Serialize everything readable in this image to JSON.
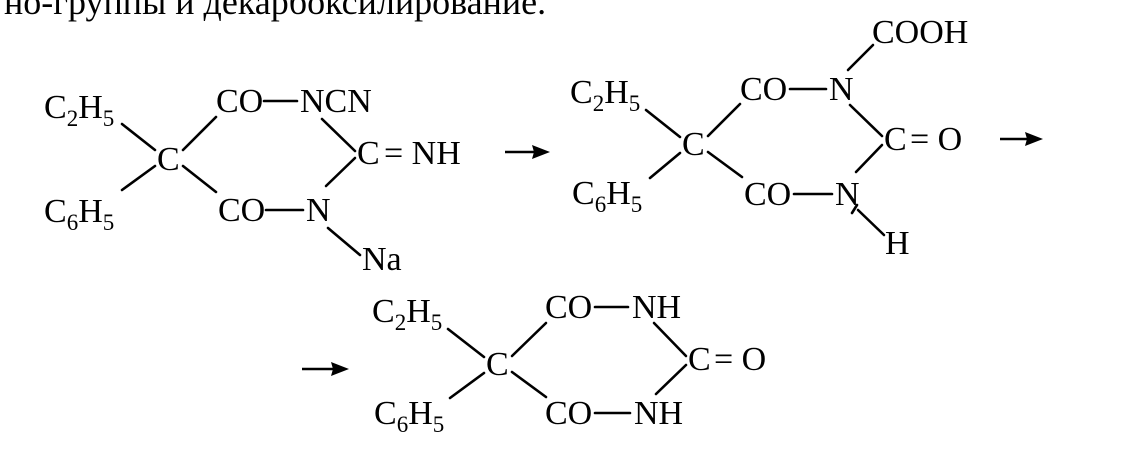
{
  "page": {
    "header_text": "но-группы и декарбоксилирование."
  },
  "structure_1": {
    "ethyl": {
      "element": "C",
      "sub1": "2",
      "element2": "H",
      "sub2": "5"
    },
    "phenyl": {
      "element": "C",
      "sub1": "6",
      "element2": "H",
      "sub2": "5"
    },
    "center": "C",
    "co_top": "CO",
    "n_top": "NCN",
    "co_bottom": "CO",
    "n_bottom": "N",
    "c_right": "C",
    "imine": "= NH",
    "na": "Na"
  },
  "structure_2": {
    "ethyl": {
      "element": "C",
      "sub1": "2",
      "element2": "H",
      "sub2": "5"
    },
    "phenyl": {
      "element": "C",
      "sub1": "6",
      "element2": "H",
      "sub2": "5"
    },
    "center": "C",
    "co_top": "CO",
    "n_top": "N",
    "cooh": "COOH",
    "co_bottom": "CO",
    "n_bottom": "N",
    "c_right": "C",
    "oxo": "= O",
    "h": "H"
  },
  "structure_3": {
    "ethyl": {
      "element": "C",
      "sub1": "2",
      "element2": "H",
      "sub2": "5"
    },
    "phenyl": {
      "element": "C",
      "sub1": "6",
      "element2": "H",
      "sub2": "5"
    },
    "center": "C",
    "co_top": "CO",
    "nh_top": "NH",
    "co_bottom": "CO",
    "nh_bottom": "NH",
    "c_right": "C",
    "oxo": "= O"
  },
  "colors": {
    "ink": "#000000",
    "paper": "#ffffff"
  }
}
